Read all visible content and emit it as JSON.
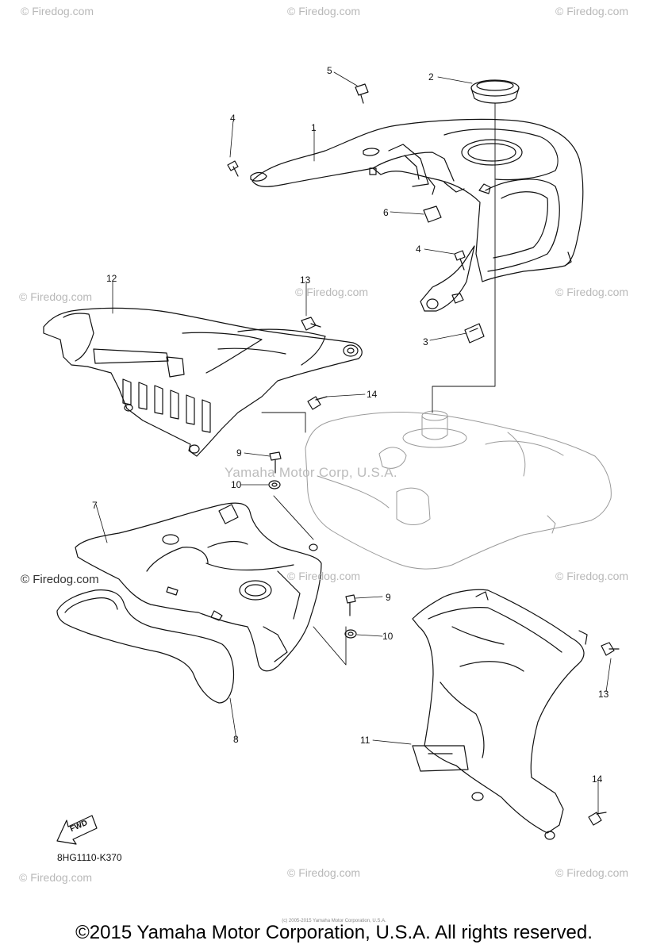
{
  "callouts": [
    "1",
    "2",
    "3",
    "4",
    "4",
    "5",
    "6",
    "7",
    "8",
    "9",
    "9",
    "10",
    "10",
    "11",
    "12",
    "13",
    "13",
    "14",
    "14"
  ],
  "watermark": "© Firedog.com",
  "dark_watermark": "© Firedog.com",
  "center_watermark": "Yamaha Motor Corp, U.S.A.",
  "fwd_label": "FWD",
  "part_code": "8HG1110-K370",
  "tiny_notice": "(c) 2005-2015 Yamaha Motor Corporation, U.S.A.",
  "copyright": "©2015 Yamaha Motor Corporation, U.S.A. All rights reserved."
}
